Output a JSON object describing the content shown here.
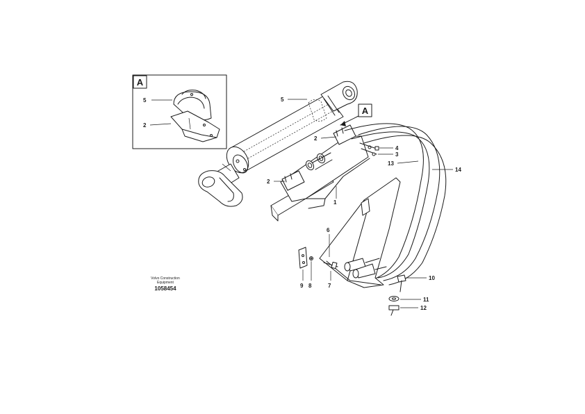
{
  "detail_box": {
    "tag": "A",
    "callouts": [
      "5",
      "2"
    ]
  },
  "view_marker": "A",
  "callouts": {
    "c1": "1",
    "c2a": "2",
    "c2b": "2",
    "c3": "3",
    "c4": "4",
    "c5": "5",
    "c6": "6",
    "c7": "7",
    "c8": "8",
    "c9": "9",
    "c10": "10",
    "c11": "11",
    "c12": "12",
    "c13": "13",
    "c14": "14"
  },
  "caption": {
    "brand_line1": "Volvo Construction",
    "brand_line2": "Equipment",
    "drawing_number": "1058454"
  }
}
